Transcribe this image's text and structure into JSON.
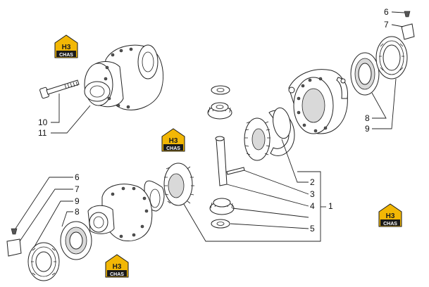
{
  "badge": {
    "top": "H3",
    "bottom": "CHAS",
    "color_dark": "#1a1a1a",
    "color_accent": "#f2b705"
  },
  "callouts": {
    "c1": "1",
    "c2": "2",
    "c3": "3",
    "c4": "4",
    "c5": "5",
    "c6a": "6",
    "c7a": "7",
    "c8a": "8",
    "c9a": "9",
    "c10": "10",
    "c11": "11",
    "c6b": "6",
    "c7b": "7",
    "c9b": "9",
    "c8b": "8"
  }
}
